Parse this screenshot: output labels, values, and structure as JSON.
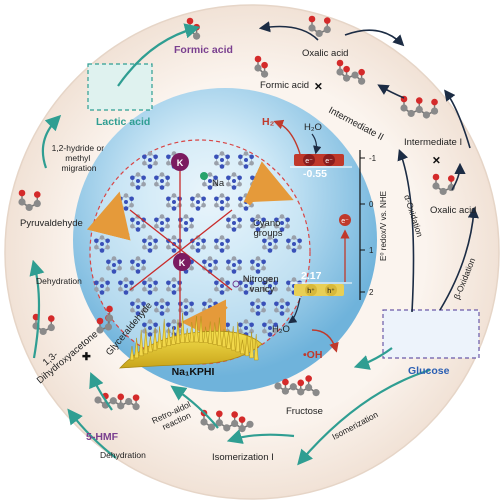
{
  "products": {
    "formic_acid_top": "Formic acid",
    "oxalic_acid_top": "Oxalic acid",
    "formic_acid_mid": "Formic acid",
    "intermediate_ii": "Intermediate II",
    "intermediate_i": "Intermediate I",
    "oxalic_acid_right": "Oxalic acid",
    "lactic_acid": "Lactic acid",
    "pyruvaldehyde": "Pyruvaldehyde",
    "dihydroxyacetone": "1,3-\nDihydroxyacetone",
    "glyceraldehyde": "Glyceraldehyde",
    "glucose": "Glucose",
    "fructose": "Fructose",
    "isomerization_i": "Isomerization I",
    "hmf": "5-HMF"
  },
  "steps": {
    "hydride_migration": [
      "1,2-hydride or",
      "methyl",
      "migration"
    ],
    "dehydration_left": "Dehydration",
    "retro_aldol": [
      "Retro-aldol",
      "reaction"
    ],
    "dehydration_bottom": "Dehydration",
    "isomerization": "Isomerization",
    "alpha_oxidation": "α-Oxidation",
    "beta_oxidation": "β-Oxidation"
  },
  "catalyst": {
    "name": "Na₁KPHI",
    "atom_k": "K",
    "atom_na": "Na",
    "cyano_groups": [
      "Cyano",
      "groups"
    ],
    "nitrogen_vacancy": [
      "Nitrogen",
      "vancy"
    ]
  },
  "band_diagram": {
    "axis_label": "E⁰ redox/V vs. NHE",
    "ticks": [
      "-1",
      "0",
      "1",
      "2"
    ],
    "cb_value": "-0.55",
    "vb_value": "2.17",
    "electron": "e⁻",
    "hole": "h⁺",
    "h2": "H₂",
    "h2o_top": "H₂O",
    "h2o_bottom": "H₂O",
    "oh_radical": "•OH"
  },
  "colors": {
    "label_purple": "#7a3f8f",
    "lactic_teal": "#2f9e92",
    "glucose_blue": "#2b5fb3",
    "outer_ring": "#f6ece4",
    "sphere_blue": "#8ec8e6",
    "electron_red": "#c0392b",
    "hole_gold": "#e8cf55",
    "atom_gray": "#8a8a8a",
    "atom_red": "#d42a2a",
    "network_blue": "#3950b8"
  },
  "icons": [
    "plus-sign-icon",
    "k-atom-icon",
    "molecule-icon"
  ]
}
